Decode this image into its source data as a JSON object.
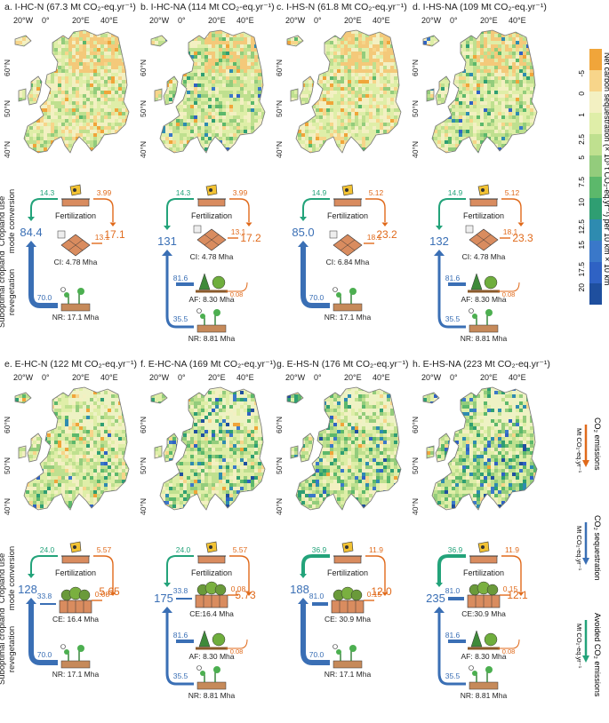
{
  "panels": [
    {
      "id": "a",
      "title": "a. I-HC-N (67.3 Mt CO₂-eq.yr⁻¹)",
      "total": "84.4",
      "fert_green": "14.3",
      "fert_orange": "3.99",
      "mid_orange_big": "17.1",
      "mid_orange_small": "13.1",
      "mid_label": "CI: 4.78 Mha",
      "mid_icon": "cropland-intensification-icon",
      "af_val": "",
      "af_label": "",
      "af_orange": "",
      "nr_val": "70.0",
      "nr_label": "NR: 17.1 Mha",
      "density": "low"
    },
    {
      "id": "b",
      "title": "b. I-HC-NA (114 Mt CO₂-eq.yr⁻¹)",
      "total": "131",
      "fert_green": "14.3",
      "fert_orange": "3.99",
      "mid_orange_big": "17.2",
      "mid_orange_small": "13.1",
      "mid_label": "CI: 4.78 Mha",
      "mid_icon": "cropland-intensification-icon",
      "af_val": "81.6",
      "af_label": "AF: 8.30 Mha",
      "af_orange": "0.08",
      "nr_val": "35.5",
      "nr_label": "NR: 8.81 Mha",
      "density": "mid"
    },
    {
      "id": "c",
      "title": "c. I-HS-N (61.8 Mt CO₂-eq.yr⁻¹)",
      "total": "85.0",
      "fert_green": "14.9",
      "fert_orange": "5.12",
      "mid_orange_big": "23.2",
      "mid_orange_small": "18.1",
      "mid_label": "CI: 6.84 Mha",
      "mid_icon": "cropland-intensification-icon",
      "af_val": "",
      "af_label": "",
      "af_orange": "",
      "nr_val": "70.0",
      "nr_label": "NR: 17.1 Mha",
      "density": "low"
    },
    {
      "id": "d",
      "title": "d. I-HS-NA (109 Mt CO₂-eq.yr⁻¹)",
      "total": "132",
      "fert_green": "14.9",
      "fert_orange": "5.12",
      "mid_orange_big": "23.3",
      "mid_orange_small": "18.1",
      "mid_label": "CI: 4.78 Mha",
      "mid_icon": "cropland-intensification-icon",
      "af_val": "81.6",
      "af_label": "AF: 8.30 Mha",
      "af_orange": "0.08",
      "nr_val": "35.5",
      "nr_label": "NR: 8.81 Mha",
      "density": "mid"
    },
    {
      "id": "e",
      "title": "e. E-HC-N (122 Mt CO₂-eq.yr⁻¹)",
      "total": "128",
      "fert_green": "24.0",
      "fert_orange": "5.57",
      "mid_orange_big": "5.65",
      "mid_orange_small": "0.08",
      "mid_green": "33.8",
      "mid_label": "CE: 16.4 Mha",
      "mid_icon": "cropland-extensification-icon",
      "af_val": "",
      "af_label": "",
      "af_orange": "",
      "nr_val": "70.0",
      "nr_label": "NR: 17.1 Mha",
      "density": "mid"
    },
    {
      "id": "f",
      "title": "f. E-HC-NA (169 Mt CO₂-eq.yr⁻¹)",
      "total": "175",
      "fert_green": "24.0",
      "fert_orange": "5.57",
      "mid_orange_big": "5.73",
      "mid_orange_small": "0.08",
      "mid_green": "33.8",
      "mid_label": "CE:16.4 Mha",
      "mid_icon": "cropland-extensification-icon",
      "af_val": "81.6",
      "af_label": "AF: 8.30 Mha",
      "af_orange": "0.08",
      "nr_val": "35.5",
      "nr_label": "NR: 8.81 Mha",
      "density": "high"
    },
    {
      "id": "g",
      "title": "g. E-HS-N (176 Mt CO₂-eq.yr⁻¹)",
      "total": "188",
      "fert_green": "36.9",
      "fert_orange": "11.9",
      "mid_orange_big": "12.0",
      "mid_orange_small": "0.15",
      "mid_green": "81.0",
      "mid_label": "CE: 30.9 Mha",
      "mid_icon": "cropland-extensification-icon",
      "af_val": "",
      "af_label": "",
      "af_orange": "",
      "nr_val": "70.0",
      "nr_label": "NR: 17.1 Mha",
      "density": "high"
    },
    {
      "id": "h",
      "title": "h. E-HS-NA (223 Mt CO₂-eq.yr⁻¹)",
      "total": "235",
      "fert_green": "36.9",
      "fert_orange": "11.9",
      "mid_orange_big": "12.1",
      "mid_orange_small": "0.15",
      "mid_green": "81.0",
      "mid_label": "CE:30.9 Mha",
      "mid_icon": "cropland-extensification-icon",
      "af_val": "81.6",
      "af_label": "AF: 8.30 Mha",
      "af_orange": "0.08",
      "nr_val": "35.5",
      "nr_label": "NR: 8.81 Mha",
      "density": "vhigh"
    }
  ],
  "fertilization_label": "Fertilization",
  "lon_ticks": [
    "20°W",
    "0°",
    "20°E",
    "40°E"
  ],
  "lat_ticks": [
    "60°N",
    "50°N",
    "40°N"
  ],
  "row_labels": {
    "top": "Cropland use\nmode conversion",
    "bottom": "Suboptimal cropland\nrevegetation"
  },
  "legend": {
    "title": "Net carbon sequestration (× 10³ t CO₂-eq.yr⁻¹) per 10 km × 10 km",
    "ticks": [
      "-5",
      "0",
      "1",
      "2.5",
      "5",
      "7.5",
      "10",
      "12.5",
      "15",
      "17.5",
      "20"
    ],
    "colors": [
      "#f0a53a",
      "#f7d58a",
      "#f3f0c2",
      "#dfeea8",
      "#bfe08f",
      "#93cc7c",
      "#5cb86b",
      "#2f9e72",
      "#2e8bb0",
      "#3a78c9",
      "#2f62c4",
      "#1f4f9e"
    ]
  },
  "side_legend": [
    {
      "label": "CO₂ emissions",
      "unit": "Mt CO₂-eq.yr⁻¹",
      "color": "#e06a1b"
    },
    {
      "label": "CO₂ sequestration",
      "unit": "Mt CO₂-eq.yr⁻¹",
      "color": "#3a6fb5"
    },
    {
      "label": "Avoided CO₂ emissions",
      "unit": "Mt CO₂-eq.yr⁻¹",
      "color": "#23a37a"
    }
  ],
  "colors": {
    "emission": "#e06a1b",
    "sequestration": "#3a6fb5",
    "avoided": "#23a37a"
  },
  "chart_data": {
    "type": "map",
    "scenarios": [
      "I-HC-N",
      "I-HC-NA",
      "I-HS-N",
      "I-HS-NA",
      "E-HC-N",
      "E-HC-NA",
      "E-HS-N",
      "E-HS-NA"
    ],
    "net_totals_mt": [
      67.3,
      114,
      61.8,
      109,
      122,
      169,
      176,
      223
    ]
  }
}
